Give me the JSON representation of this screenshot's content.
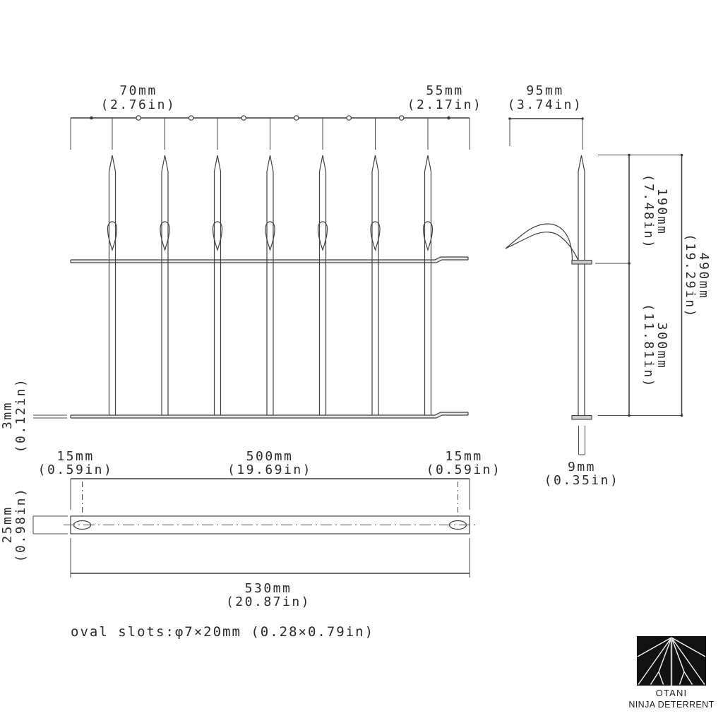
{
  "drawing": {
    "front_view": {
      "spike_spacing": {
        "mm": "70mm",
        "in": "(2.76in)"
      },
      "end_spacing": {
        "mm": "55mm",
        "in": "(2.17in)"
      },
      "rail_thickness": {
        "mm": "3mm",
        "in": "(0.12in)"
      }
    },
    "side_view": {
      "hook_width": {
        "mm": "95mm",
        "in": "(3.74in)"
      },
      "upper_height": {
        "mm": "190mm",
        "in": "(7.48in)"
      },
      "lower_height": {
        "mm": "300mm",
        "in": "(11.81in)"
      },
      "total_height": {
        "mm": "490mm",
        "in": "(19.29in)"
      },
      "rod_diameter": {
        "mm": "9mm",
        "in": "(0.35in)"
      }
    },
    "bottom_view": {
      "slot_offset_left": {
        "mm": "15mm",
        "in": "(0.59in)"
      },
      "slot_spacing": {
        "mm": "500mm",
        "in": "(19.69in)"
      },
      "slot_offset_right": {
        "mm": "15mm",
        "in": "(0.59in)"
      },
      "rail_width": {
        "mm": "25mm",
        "in": "(0.98in)"
      },
      "total_length": {
        "mm": "530mm",
        "in": "(20.87in)"
      }
    },
    "note": "oval slots:φ7×20mm (0.28×0.79in)"
  },
  "logo": {
    "line1": "OTANI",
    "line2": "NINJA DETERRENT"
  },
  "colors": {
    "line": "#3f3f3f",
    "text": "#2b2b2b",
    "logo_bg": "#111111"
  }
}
